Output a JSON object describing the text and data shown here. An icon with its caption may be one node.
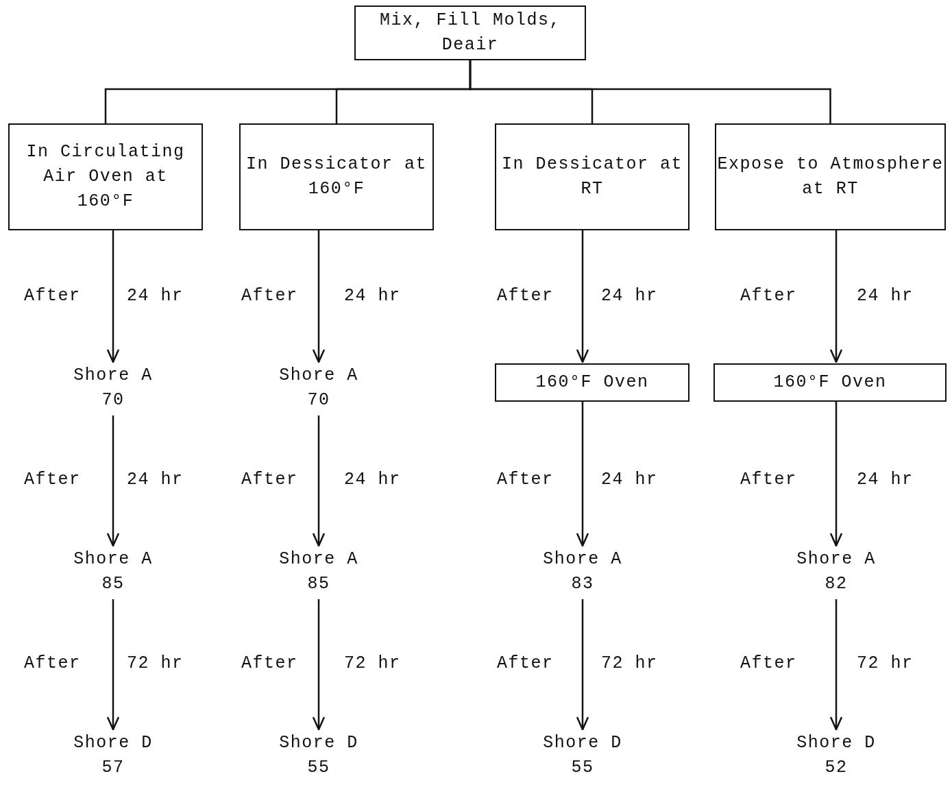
{
  "diagram": {
    "nodes": [
      {
        "text": [
          "Mix, Fill Molds, Deair"
        ]
      },
      {
        "text": [
          "In Circulating Air Oven at 160°F"
        ]
      },
      {
        "text": [
          "In Dessicator at 160°F"
        ]
      },
      {
        "text": [
          "In Dessicator at RT"
        ]
      },
      {
        "text": [
          "Expose to Atmosphere at RT"
        ]
      },
      {
        "text": [
          "Shore A 70"
        ]
      },
      {
        "text": [
          "Shore A 85"
        ]
      },
      {
        "text": [
          "Shore D 57"
        ]
      },
      {
        "text": [
          "Shore A 70"
        ]
      },
      {
        "text": [
          "Shore A 85"
        ]
      },
      {
        "text": [
          "Shore D 55"
        ]
      },
      {
        "text": [
          "160°F Oven"
        ]
      },
      {
        "text": [
          "Shore A 83"
        ]
      },
      {
        "text": [
          "Shore D 55"
        ]
      },
      {
        "text": [
          "160°F Oven"
        ]
      },
      {
        "text": [
          "Shore A 82"
        ]
      },
      {
        "text": [
          "Shore D 52"
        ]
      }
    ],
    "edges": [
      {
        "from": 0,
        "to": 1,
        "arrow": "none"
      },
      {
        "from": 0,
        "to": 2,
        "arrow": "none"
      },
      {
        "from": 0,
        "to": 3,
        "arrow": "none"
      },
      {
        "from": 0,
        "to": 4,
        "arrow": "none"
      },
      {
        "from": 1,
        "to": 5,
        "arrow": "to"
      },
      {
        "from": 5,
        "to": 6,
        "arrow": "to"
      },
      {
        "from": 6,
        "to": 7,
        "arrow": "to"
      },
      {
        "from": 2,
        "to": 8,
        "arrow": "to"
      },
      {
        "from": 8,
        "to": 9,
        "arrow": "to"
      },
      {
        "from": 9,
        "to": 10,
        "arrow": "to"
      },
      {
        "from": 3,
        "to": 11,
        "arrow": "to"
      },
      {
        "from": 11,
        "to": 12,
        "arrow": "to"
      },
      {
        "from": 12,
        "to": 13,
        "arrow": "to"
      },
      {
        "from": 4,
        "to": 14,
        "arrow": "to"
      },
      {
        "from": 14,
        "to": 15,
        "arrow": "to"
      },
      {
        "from": 15,
        "to": 16,
        "arrow": "to"
      }
    ],
    "labels": [
      "After",
      "24 hr",
      "After",
      "24 hr",
      "After",
      "24 hr",
      "After",
      "24 hr",
      "After",
      "24 hr",
      "After",
      "24 hr",
      "After",
      "24 hr",
      "After",
      "24 hr",
      "After",
      "72 hr",
      "After",
      "72 hr",
      "After",
      "72 hr",
      "After",
      "72 hr"
    ]
  }
}
